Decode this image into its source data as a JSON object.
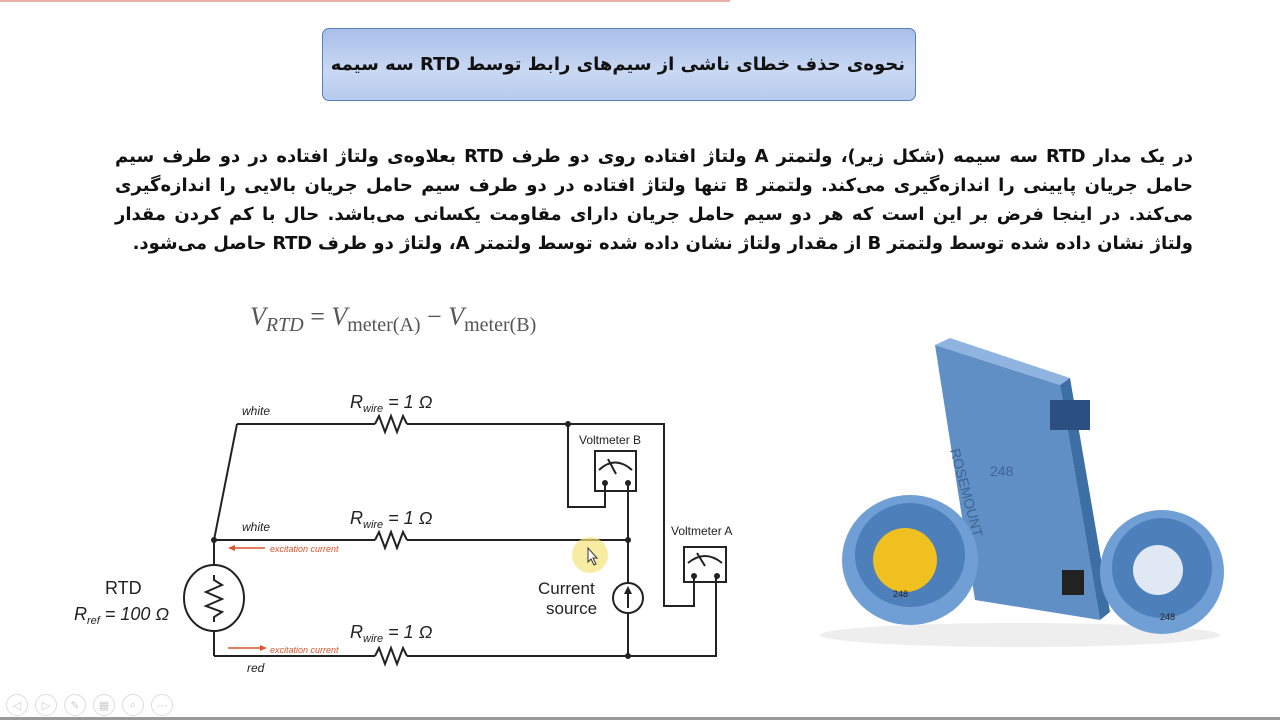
{
  "slide": {
    "title": "نحوه‌ی حذف خطای ناشی از سیم‌های رابط توسط RTD سه سیمه",
    "paragraph": "در یک مدار RTD سه سیمه (شکل زیر)، ولتمتر A ولتاژ افتاده روی دو طرف RTD بعلاوه‌ی ولتاژ افتاده در دو طرف سیم حامل جریان پایینی را اندازه‌گیری می‌کند. ولتمتر B تنها ولتاژ افتاده در دو طرف سیم حامل جریان بالایی را اندازه‌گیری می‌کند. در اینجا فرض بر این است که هر دو سیم حامل جریان دارای مقاومت یکسانی می‌باشد. حال با کم کردن مقدار ولتاژ نشان داده شده توسط ولتمتر B از مقدار ولتاژ نشان داده شده توسط ولتمتر A، ولتاژ دو طرف RTD حاصل می‌شود.",
    "formula": {
      "lhs": "V",
      "lhs_sub": "RTD",
      "eq": " = ",
      "t1": "V",
      "t1_sub": "meter(A)",
      "minus": " − ",
      "t2": "V",
      "t2_sub": "meter(B)"
    }
  },
  "circuit": {
    "wire_top_label": "white",
    "wire_mid_label": "white",
    "wire_bot_label": "red",
    "r_wire_label": "R",
    "r_wire_sub": "wire",
    "r_wire_value": " = 1 Ω",
    "excitation_label": "excitation current",
    "rtd_label": "RTD",
    "rref_label": "R",
    "rref_sub": "ref",
    "rref_value": " = 100 Ω",
    "voltmeter_a": "Voltmeter A",
    "voltmeter_b": "Voltmeter B",
    "current_source_1": "Current",
    "current_source_2": "source",
    "excitation_color": "#d9542b"
  },
  "product": {
    "model": "248",
    "brand": "ROSEMOUNT"
  },
  "controls": [
    "previous-icon",
    "next-icon",
    "pen-icon",
    "slides-icon",
    "zoom-icon",
    "more-icon"
  ]
}
